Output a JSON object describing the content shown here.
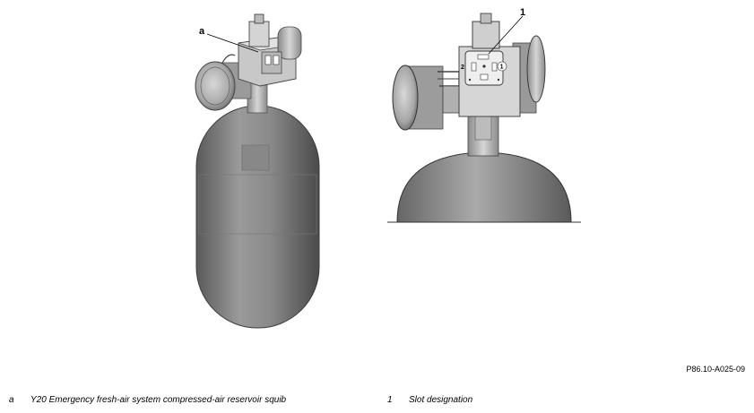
{
  "figure": {
    "reference": "P86.10-A025-09",
    "left_callout": "a",
    "right_callout": "1",
    "slot_labels": [
      "2",
      "1"
    ]
  },
  "legend": [
    {
      "key": "a",
      "text": "Y20 Emergency fresh-air system compressed-air reservoir squib"
    },
    {
      "key": "1",
      "text": "Slot designation"
    }
  ]
}
